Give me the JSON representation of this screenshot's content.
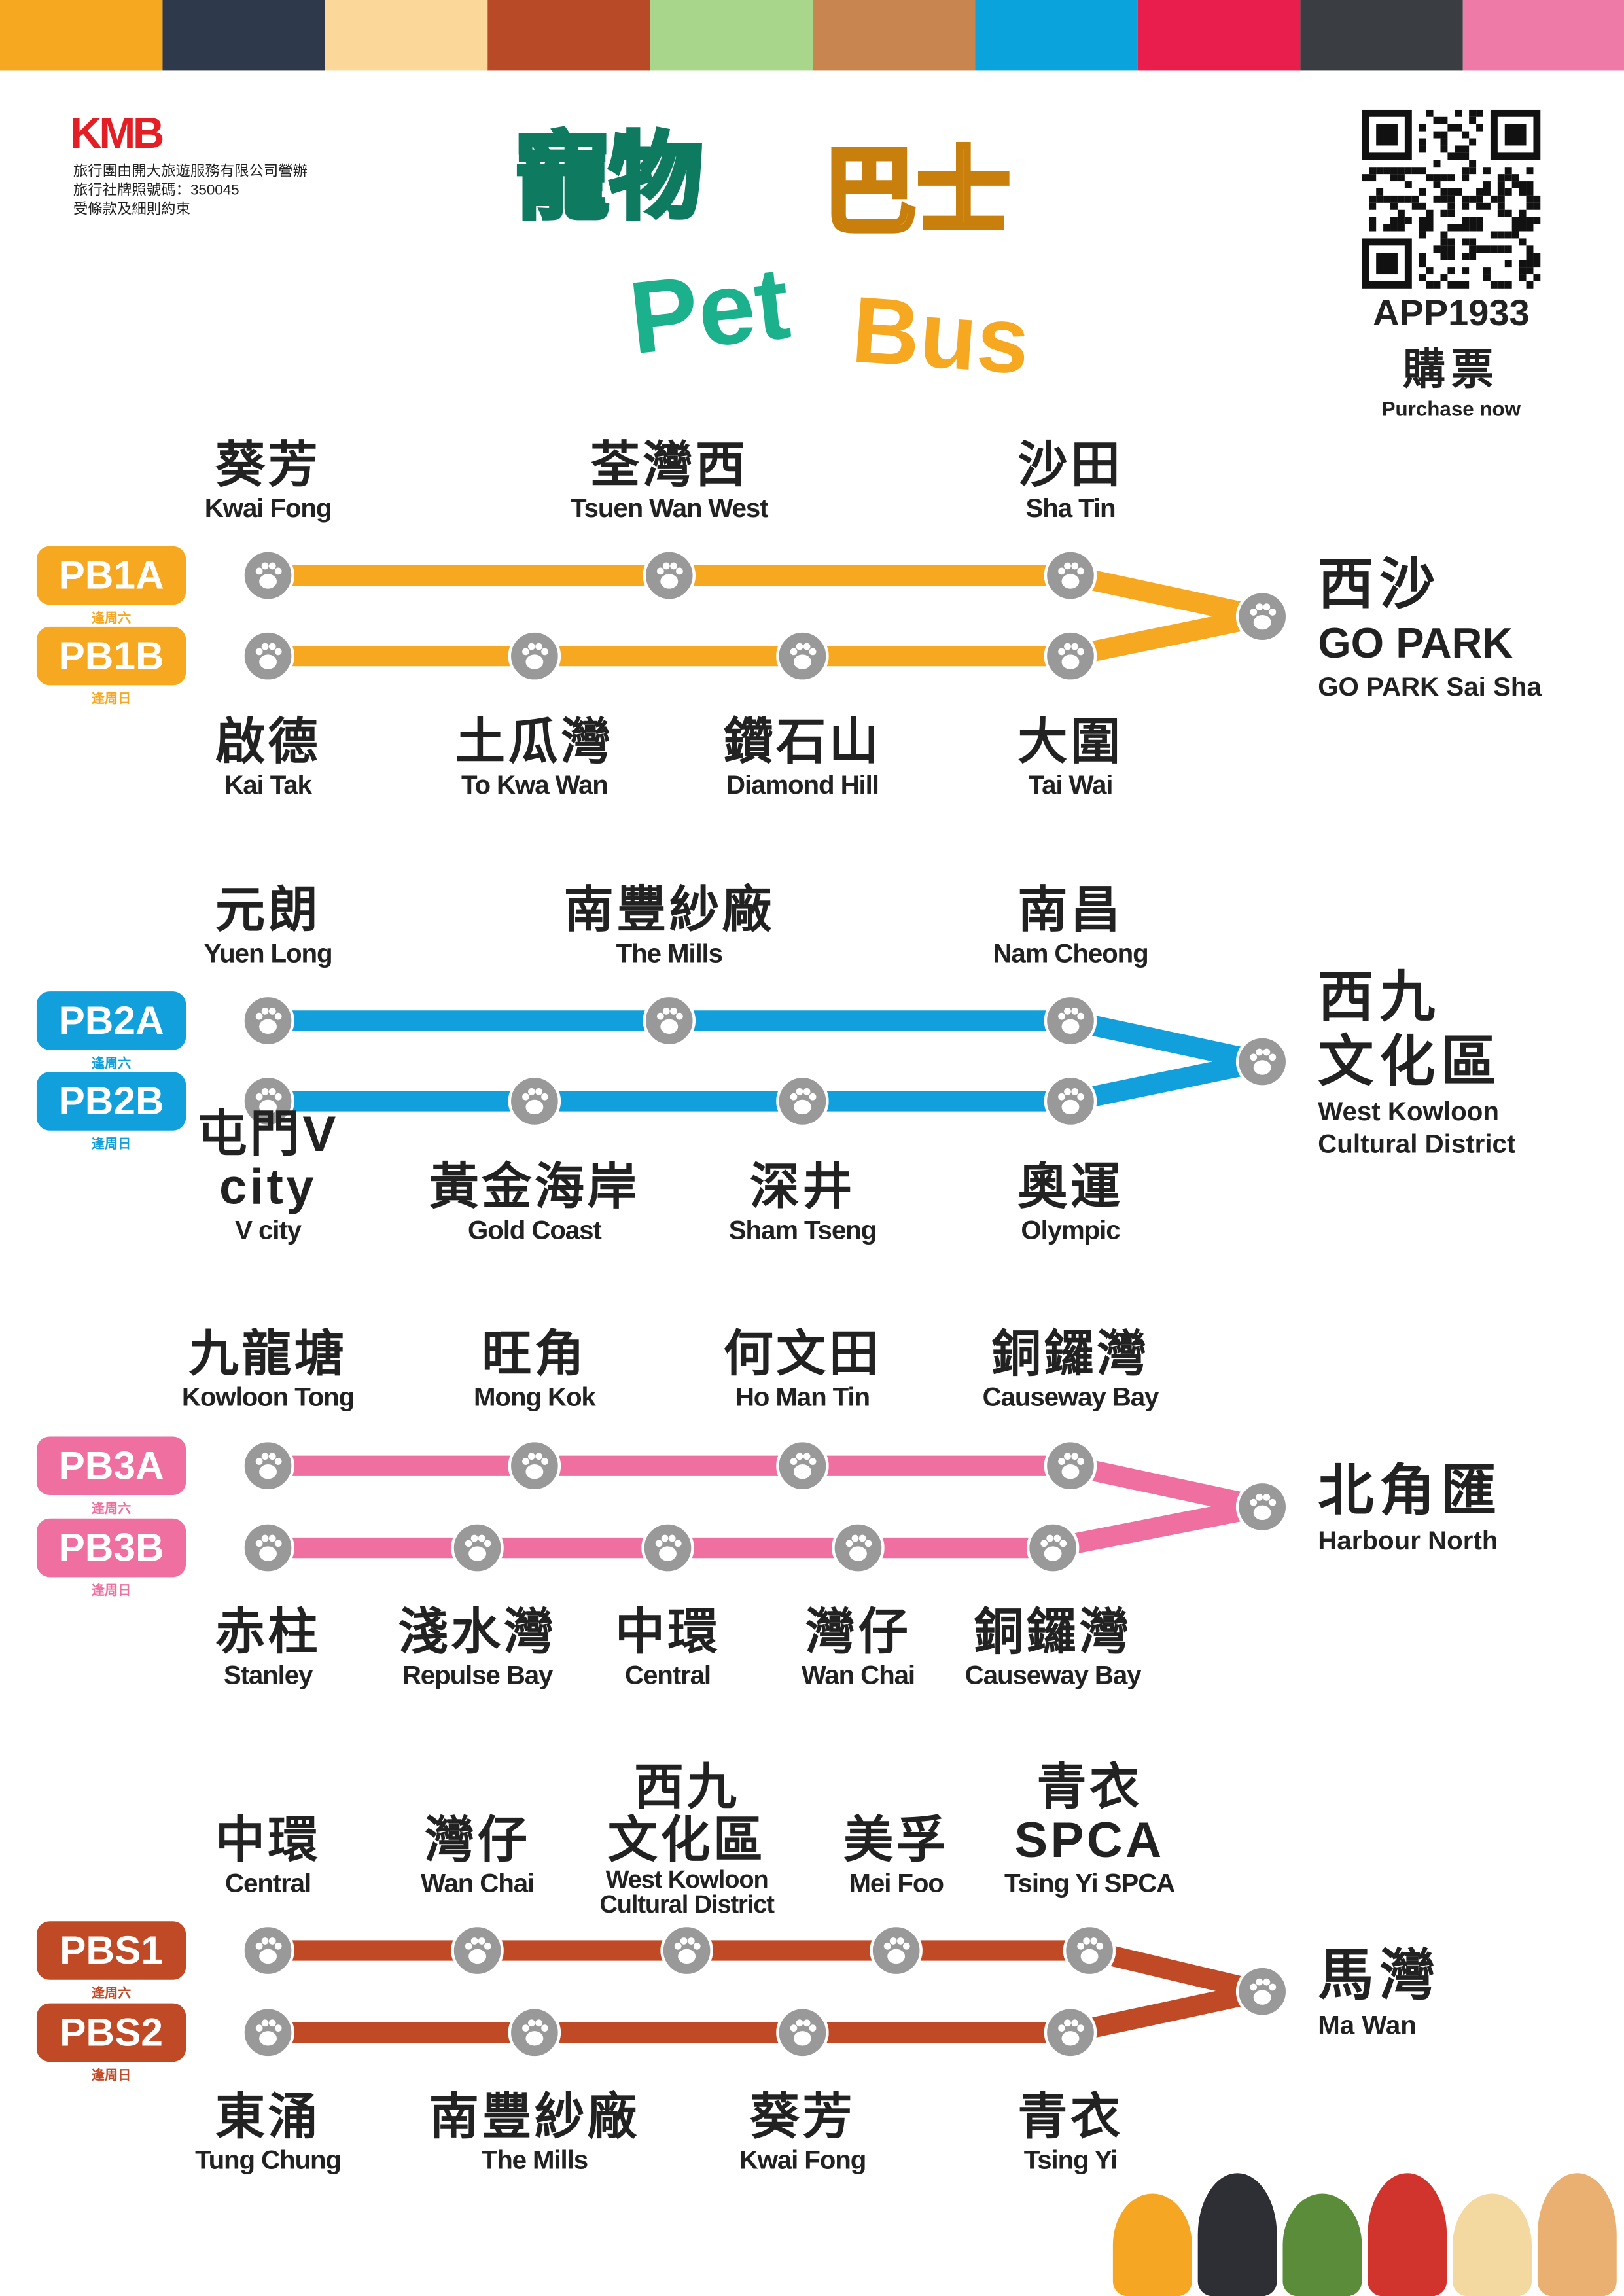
{
  "stripe_colors": [
    "#F6A821",
    "#2E3A4B",
    "#FBD89A",
    "#B84A27",
    "#A8D68A",
    "#C98550",
    "#0BA3DC",
    "#E91E4C",
    "#3A3D42",
    "#EE7AA8"
  ],
  "header": {
    "logo": "KMB",
    "info_lines": [
      "旅行團由開大旅遊服務有限公司營辦",
      "旅行社牌照號碼：350045",
      "受條款及細則約束"
    ],
    "title_zh_1": "寵物",
    "title_zh_2": "巴士",
    "title_en_1": "Pet",
    "title_en_2": "Bus",
    "app_label": "APP1933",
    "buy_zh": "購票",
    "buy_en": "Purchase now"
  },
  "routes": [
    {
      "color": "#F6A821",
      "route_a": "PB1A",
      "day_a": "逢周六",
      "route_b": "PB1B",
      "day_b": "逢周日",
      "top": [
        {
          "zh": "葵芳",
          "en": "Kwai Fong"
        },
        {
          "zh": "荃灣西",
          "en": "Tsuen Wan West"
        },
        {
          "zh": "沙田",
          "en": "Sha Tin"
        }
      ],
      "bottom": [
        {
          "zh": "啟德",
          "en": "Kai Tak"
        },
        {
          "zh": "土瓜灣",
          "en": "To Kwa Wan"
        },
        {
          "zh": "鑽石山",
          "en": "Diamond Hill"
        },
        {
          "zh": "大圍",
          "en": "Tai Wai"
        }
      ],
      "terminal": {
        "zh": [
          "西沙"
        ],
        "big": "GO PARK",
        "en": [
          "GO PARK Sai Sha"
        ]
      }
    },
    {
      "color": "#11A0DB",
      "route_a": "PB2A",
      "day_a": "逢周六",
      "route_b": "PB2B",
      "day_b": "逢周日",
      "top": [
        {
          "zh": "元朗",
          "en": "Yuen Long"
        },
        {
          "zh": "南豐紗廠",
          "en": "The Mills"
        },
        {
          "zh": "南昌",
          "en": "Nam Cheong"
        }
      ],
      "bottom": [
        {
          "zh": "屯門V city",
          "en": "V city"
        },
        {
          "zh": "黃金海岸",
          "en": "Gold Coast"
        },
        {
          "zh": "深井",
          "en": "Sham Tseng"
        },
        {
          "zh": "奧運",
          "en": "Olympic"
        }
      ],
      "terminal": {
        "zh": [
          "西九",
          "文化區"
        ],
        "en": [
          "West Kowloon",
          "Cultural District"
        ]
      }
    },
    {
      "color": "#EE6FA0",
      "route_a": "PB3A",
      "day_a": "逢周六",
      "route_b": "PB3B",
      "day_b": "逢周日",
      "top": [
        {
          "zh": "九龍塘",
          "en": "Kowloon Tong"
        },
        {
          "zh": "旺角",
          "en": "Mong Kok"
        },
        {
          "zh": "何文田",
          "en": "Ho Man Tin"
        },
        {
          "zh": "銅鑼灣",
          "en": "Causeway Bay"
        }
      ],
      "bottom": [
        {
          "zh": "赤柱",
          "en": "Stanley"
        },
        {
          "zh": "淺水灣",
          "en": "Repulse Bay"
        },
        {
          "zh": "中環",
          "en": "Central"
        },
        {
          "zh": "灣仔",
          "en": "Wan Chai"
        },
        {
          "zh": "銅鑼灣",
          "en": "Causeway Bay"
        }
      ],
      "terminal": {
        "zh": [
          "北角匯"
        ],
        "en": [
          "Harbour North"
        ]
      }
    },
    {
      "color": "#C04A26",
      "route_a": "PBS1",
      "day_a": "逢周六",
      "route_b": "PBS2",
      "day_b": "逢周日",
      "top": [
        {
          "zh": "中環",
          "en": "Central"
        },
        {
          "zh": "灣仔",
          "en": "Wan Chai"
        },
        {
          "zh": "西九 文化區",
          "en": "West Kowloon Cultural District"
        },
        {
          "zh": "美孚",
          "en": "Mei Foo"
        },
        {
          "zh": "青衣 SPCA",
          "en": "Tsing Yi SPCA"
        }
      ],
      "bottom": [
        {
          "zh": "東涌",
          "en": "Tung Chung"
        },
        {
          "zh": "南豐紗廠",
          "en": "The Mills"
        },
        {
          "zh": "葵芳",
          "en": "Kwai Fong"
        },
        {
          "zh": "青衣",
          "en": "Tsing Yi"
        }
      ],
      "terminal": {
        "zh": [
          "馬灣"
        ],
        "en": [
          "Ma Wan"
        ]
      }
    }
  ]
}
